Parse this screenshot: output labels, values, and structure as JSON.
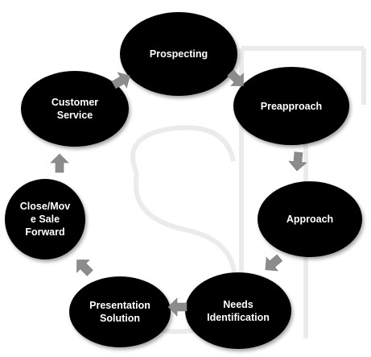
{
  "diagram": {
    "type": "cycle",
    "colors": {
      "node_fill": "#000000",
      "node_text": "#ffffff",
      "arrow": "#8c8c8c",
      "watermark": "#eeeeee"
    },
    "steps": [
      {
        "id": "prospecting",
        "label": "Prospecting"
      },
      {
        "id": "preapproach",
        "label": "Preapproach"
      },
      {
        "id": "approach",
        "label": "Approach"
      },
      {
        "id": "needs-identification",
        "label": "Needs\nIdentification"
      },
      {
        "id": "presentation-solution",
        "label": "Presentation\nSolution"
      },
      {
        "id": "close-move-sale-forward",
        "label": "Close/Mov\ne Sale\nForward"
      },
      {
        "id": "customer-service",
        "label": "Customer\nService"
      }
    ],
    "watermark_letters": "SI"
  }
}
